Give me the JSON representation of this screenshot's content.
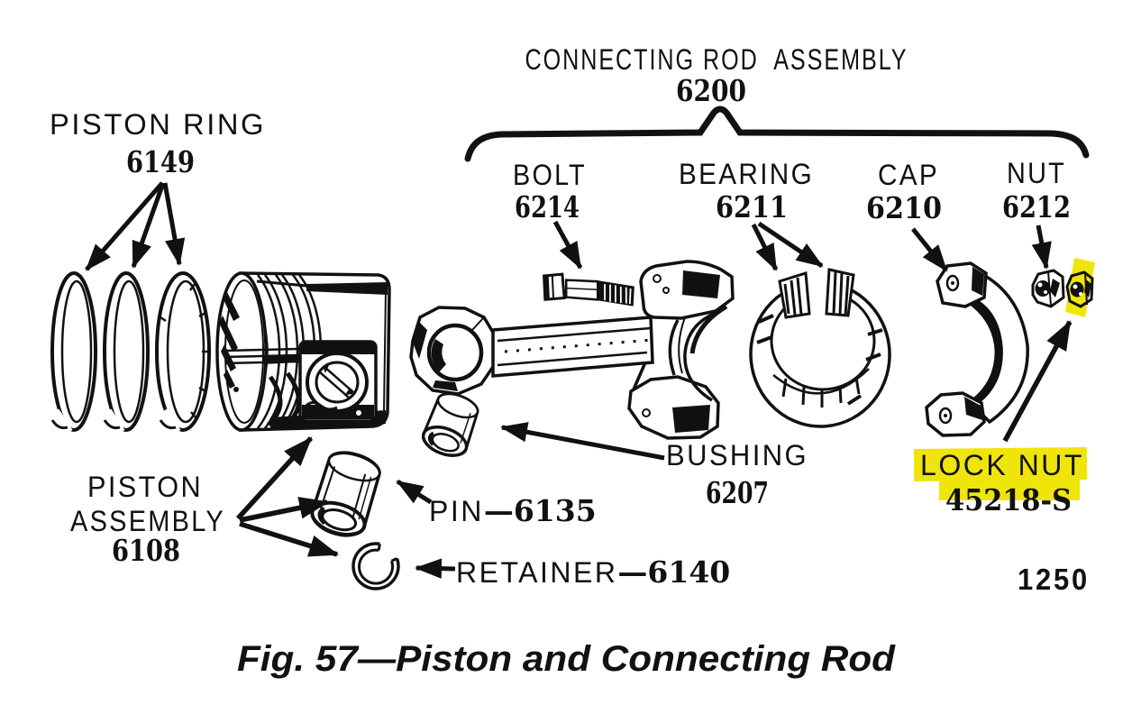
{
  "figure": {
    "caption": "Fig. 57—Piston and Connecting Rod",
    "page_number": "1250"
  },
  "assembly": {
    "title": "CONNECTING ROD  ASSEMBLY",
    "part_number": "6200"
  },
  "parts": {
    "piston_ring": {
      "label": "PISTON RING",
      "part_number": "6149"
    },
    "piston_assembly": {
      "label_line1": "PISTON",
      "label_line2": "ASSEMBLY",
      "part_number": "6108"
    },
    "bolt": {
      "label": "BOLT",
      "part_number": "6214"
    },
    "bearing": {
      "label": "BEARING",
      "part_number": "6211"
    },
    "cap": {
      "label": "CAP",
      "part_number": "6210"
    },
    "nut": {
      "label": "NUT",
      "part_number": "6212"
    },
    "bushing": {
      "label": "BUSHING",
      "part_number": "6207"
    },
    "pin": {
      "label": "PIN",
      "separator": "—",
      "part_number": "6135"
    },
    "retainer": {
      "label": "RETAINER",
      "separator": "—",
      "part_number": "6140"
    },
    "lock_nut": {
      "label": "LOCK NUT",
      "part_number": "45218-S",
      "highlighted": true
    }
  },
  "colors": {
    "highlight": "#f0e50a",
    "ink": "#111111",
    "paper": "#ffffff"
  }
}
